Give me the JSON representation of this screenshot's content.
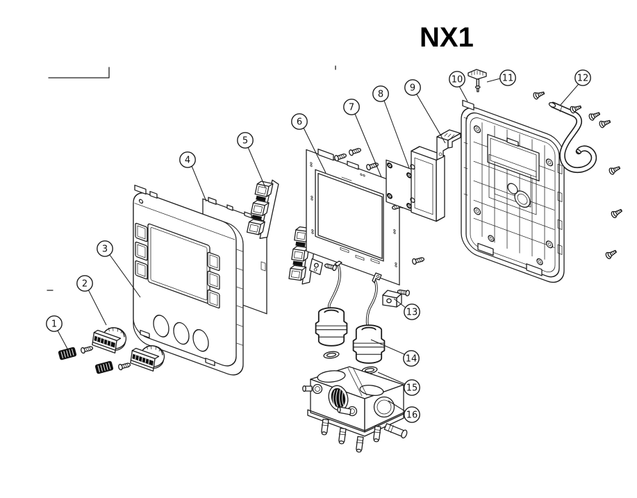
{
  "title": "NX1",
  "callouts": [
    {
      "number": "1"
    },
    {
      "number": "2"
    },
    {
      "number": "3"
    },
    {
      "number": "4"
    },
    {
      "number": "5"
    },
    {
      "number": "6"
    },
    {
      "number": "7"
    },
    {
      "number": "8"
    },
    {
      "number": "9"
    },
    {
      "number": "10"
    },
    {
      "number": "11"
    },
    {
      "number": "12"
    },
    {
      "number": "13"
    },
    {
      "number": "14"
    },
    {
      "number": "15"
    },
    {
      "number": "16"
    }
  ],
  "colors": {
    "line": "#1c1c1c",
    "background": "#ffffff",
    "dark": "#101010"
  }
}
